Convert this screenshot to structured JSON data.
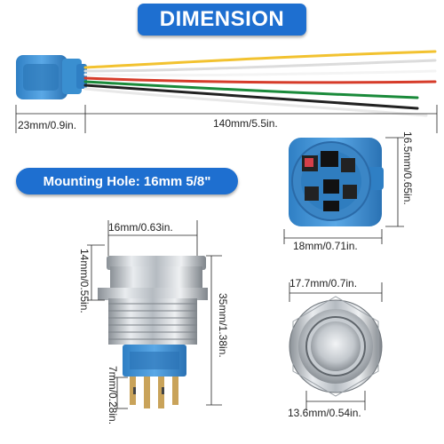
{
  "title": "DIMENSION",
  "mounting_hole": "Mounting Hole: 16mm 5/8\"",
  "dimensions": {
    "connector_length": "23mm/0.9in.",
    "wire_length": "140mm/5.5in.",
    "socket_height": "16.5mm/0.65in.",
    "socket_width": "18mm/0.71in.",
    "thread_diameter": "16mm/0.63in.",
    "thread_length": "14mm/0.55in.",
    "total_height": "35mm/1.38in.",
    "pin_length": "7mm/0.28in.",
    "bezel_diameter": "17.7mm/0.7in.",
    "button_diameter": "13.6mm/0.54in."
  },
  "colors": {
    "accent": "#1e6fd0",
    "connector": "#3a8fd0",
    "metal": "#c8ccd0",
    "wire_colors": [
      "#f2c230",
      "#f4f4f4",
      "#d63c2a",
      "#1a8a3a",
      "#222222",
      "#e8e8e8"
    ]
  }
}
